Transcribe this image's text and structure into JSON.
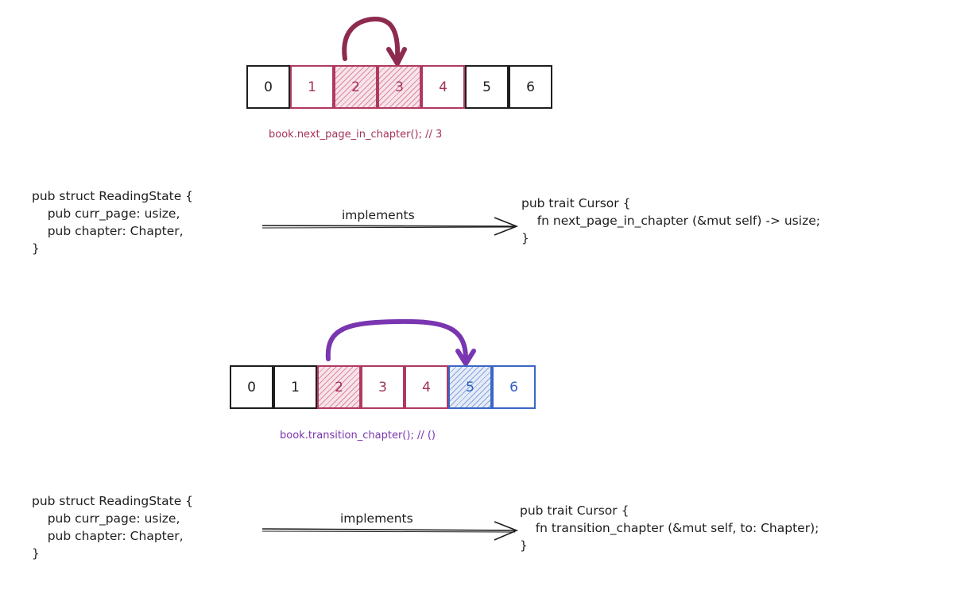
{
  "colors": {
    "ink": "#1e1e1e",
    "red": "#a33258",
    "red_arrow": "#8e2a4f",
    "purple": "#7a35b0",
    "blue": "#2f5fbf"
  },
  "diagram1": {
    "cells": [
      {
        "label": "0",
        "style": "black"
      },
      {
        "label": "1",
        "style": "red"
      },
      {
        "label": "2",
        "style": "red-hatch"
      },
      {
        "label": "3",
        "style": "red-hatch"
      },
      {
        "label": "4",
        "style": "red"
      },
      {
        "label": "5",
        "style": "black"
      },
      {
        "label": "6",
        "style": "black"
      }
    ],
    "call": "book.next_page_in_chapter(); // 3",
    "struct": {
      "line1": "pub struct ReadingState {",
      "line2": "    pub curr_page: usize,",
      "line3": "    pub chapter: Chapter,",
      "line4": "}"
    },
    "arrow_label": "implements",
    "trait": {
      "line1": "pub trait Cursor {",
      "line2": "    fn next_page_in_chapter (&mut self) -> usize;",
      "line3": "}"
    }
  },
  "diagram2": {
    "cells": [
      {
        "label": "0",
        "style": "black"
      },
      {
        "label": "1",
        "style": "black"
      },
      {
        "label": "2",
        "style": "red-hatch"
      },
      {
        "label": "3",
        "style": "red"
      },
      {
        "label": "4",
        "style": "red"
      },
      {
        "label": "5",
        "style": "blue-hatch"
      },
      {
        "label": "6",
        "style": "blue"
      }
    ],
    "call": "book.transition_chapter(); // ()",
    "struct": {
      "line1": "pub struct ReadingState {",
      "line2": "    pub curr_page: usize,",
      "line3": "    pub chapter: Chapter,",
      "line4": "}"
    },
    "arrow_label": "implements",
    "trait": {
      "line1": "pub trait Cursor {",
      "line2": "    fn transition_chapter (&mut self, to: Chapter);",
      "line3": "}"
    }
  }
}
